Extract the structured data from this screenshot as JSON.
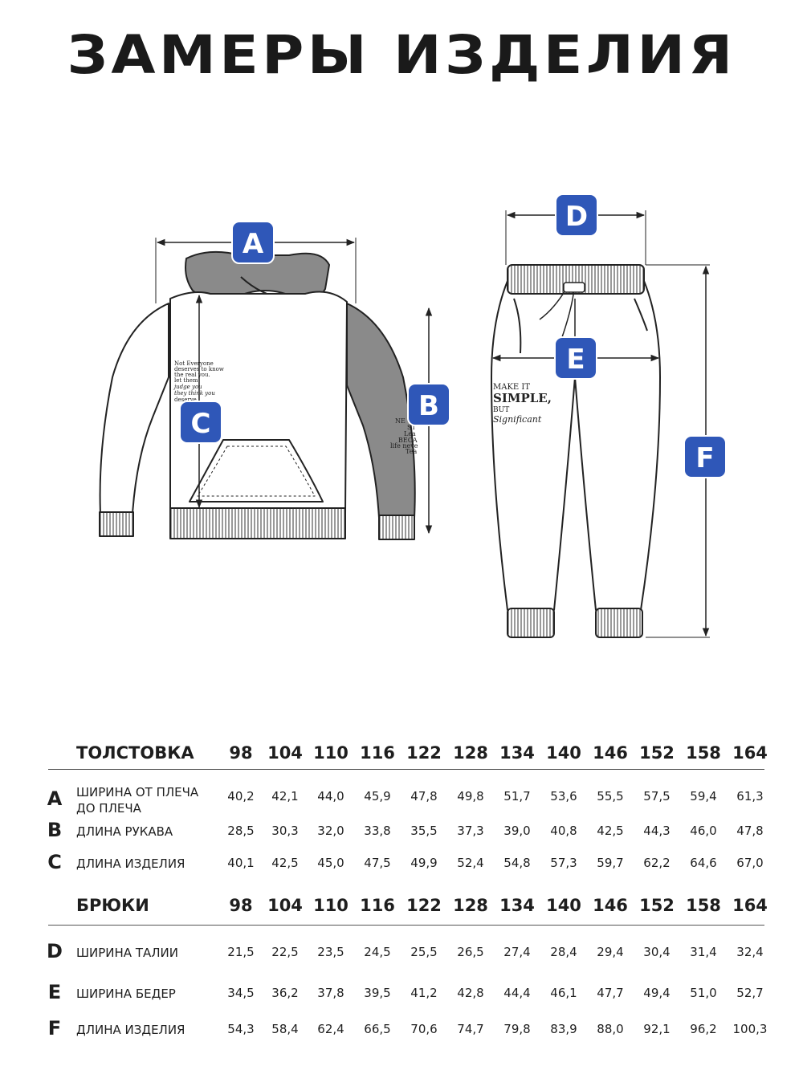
{
  "title": "ЗАМЕРЫ ИЗДЕЛИЯ",
  "badge_color": "#2f57b8",
  "measure_badges": [
    "A",
    "B",
    "C",
    "D",
    "E",
    "F"
  ],
  "hoodie_chest_print": [
    "Not Everyone",
    "deserves to know",
    "the real you.",
    "let them",
    "judge you",
    "they think you",
    "deserve"
  ],
  "hoodie_sleeve_print": [
    "NE",
    "ST",
    "Lea",
    "BECA",
    "life neve",
    "Tea"
  ],
  "pants_print": [
    "MAKE IT",
    "SIMPLE,",
    "BUT",
    "Significant"
  ],
  "sections": [
    {
      "name": "ТОЛСТОВКА",
      "sizes": [
        "98",
        "104",
        "110",
        "116",
        "122",
        "128",
        "134",
        "140",
        "146",
        "152",
        "158",
        "164"
      ],
      "rows": [
        {
          "code": "A",
          "label": "ШИРИНА ОТ ПЛЕЧА ДО ПЛЕЧА",
          "values": [
            "40,2",
            "42,1",
            "44,0",
            "45,9",
            "47,8",
            "49,8",
            "51,7",
            "53,6",
            "55,5",
            "57,5",
            "59,4",
            "61,3"
          ]
        },
        {
          "code": "B",
          "label": "ДЛИНА РУКАВА",
          "values": [
            "28,5",
            "30,3",
            "32,0",
            "33,8",
            "35,5",
            "37,3",
            "39,0",
            "40,8",
            "42,5",
            "44,3",
            "46,0",
            "47,8"
          ]
        },
        {
          "code": "C",
          "label": "ДЛИНА ИЗДЕЛИЯ",
          "values": [
            "40,1",
            "42,5",
            "45,0",
            "47,5",
            "49,9",
            "52,4",
            "54,8",
            "57,3",
            "59,7",
            "62,2",
            "64,6",
            "67,0"
          ]
        }
      ]
    },
    {
      "name": "БРЮКИ",
      "sizes": [
        "98",
        "104",
        "110",
        "116",
        "122",
        "128",
        "134",
        "140",
        "146",
        "152",
        "158",
        "164"
      ],
      "rows": [
        {
          "code": "D",
          "label": "ШИРИНА ТАЛИИ",
          "values": [
            "21,5",
            "22,5",
            "23,5",
            "24,5",
            "25,5",
            "26,5",
            "27,4",
            "28,4",
            "29,4",
            "30,4",
            "31,4",
            "32,4"
          ]
        },
        {
          "code": "E",
          "label": "ШИРИНА БЕДЕР",
          "values": [
            "34,5",
            "36,2",
            "37,8",
            "39,5",
            "41,2",
            "42,8",
            "44,4",
            "46,1",
            "47,7",
            "49,4",
            "51,0",
            "52,7"
          ]
        },
        {
          "code": "F",
          "label": "ДЛИНА ИЗДЕЛИЯ",
          "values": [
            "54,3",
            "58,4",
            "62,4",
            "66,5",
            "70,6",
            "74,7",
            "79,8",
            "83,9",
            "88,0",
            "92,1",
            "96,2",
            "100,3"
          ]
        }
      ]
    }
  ]
}
